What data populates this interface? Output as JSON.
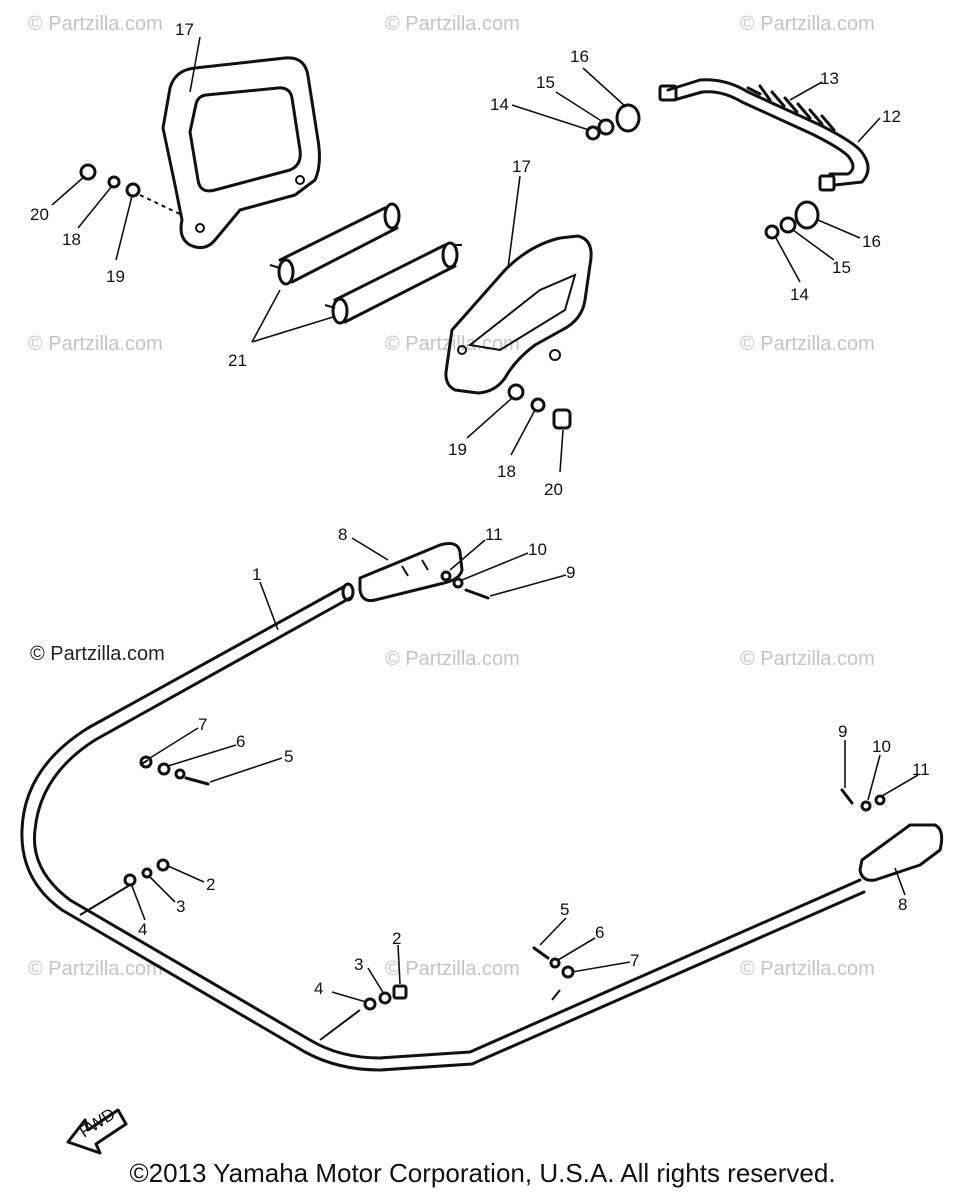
{
  "watermark": {
    "text": "© Partzilla.com",
    "prominent": "© Partzilla.com"
  },
  "copyright": "©2013 Yamaha Motor Corporation, U.S.A. All rights reserved.",
  "direction_marker": "FWD",
  "callouts": {
    "c17a": "17",
    "c20a": "20",
    "c18a": "18",
    "c19a": "19",
    "c21": "21",
    "c16a": "16",
    "c15a": "15",
    "c14a": "14",
    "c13": "13",
    "c12": "12",
    "c16b": "16",
    "c15b": "15",
    "c14b": "14",
    "c17b": "17",
    "c19b": "19",
    "c18b": "18",
    "c20b": "20",
    "c8a": "8",
    "c11a": "11",
    "c10a": "10",
    "c9a": "9",
    "c1": "1",
    "c7a": "7",
    "c6a": "6",
    "c5a": "5",
    "c2a": "2",
    "c3a": "3",
    "c4a": "4",
    "c9b": "9",
    "c10b": "10",
    "c11b": "11",
    "c8b": "8",
    "c5b": "5",
    "c6b": "6",
    "c7b": "7",
    "c2b": "2",
    "c3b": "3",
    "c4b": "4"
  }
}
